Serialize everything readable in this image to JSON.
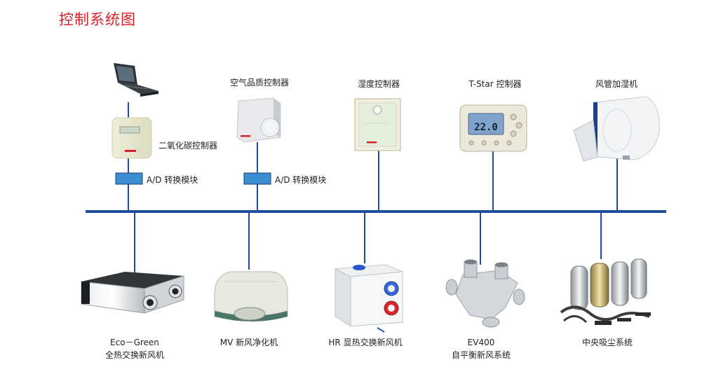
{
  "title": "控制系统图",
  "colors": {
    "title": "#d6202a",
    "bus": "#1f4e9e",
    "module": "#3b8fd1"
  },
  "top_devices": {
    "laptop": {
      "icon": "laptop-icon"
    },
    "co2": {
      "label": "二氧化碳控制器",
      "icon": "co2-controller-icon"
    },
    "air_quality": {
      "label": "空气品质控制器",
      "icon": "air-quality-controller-icon"
    },
    "humidity": {
      "label": "湿度控制器",
      "icon": "humidity-controller-icon"
    },
    "tstar": {
      "label": "T-Star 控制器",
      "icon": "thermostat-icon",
      "display": "22.0"
    },
    "humidifier": {
      "label": "风管加湿机",
      "icon": "duct-humidifier-icon"
    }
  },
  "modules": [
    {
      "label": "A/D 转换模块"
    },
    {
      "label": "A/D 转换模块"
    }
  ],
  "bottom_devices": [
    {
      "line1": "Eco－Green",
      "line2": "全热交换新风机",
      "icon": "eco-green-ventilator-icon"
    },
    {
      "line1": "MV 新风净化机",
      "line2": "",
      "icon": "mv-purifier-icon"
    },
    {
      "line1": "HR 显热交换新风机",
      "line2": "",
      "icon": "hr-ventilator-icon"
    },
    {
      "line1": "EV400",
      "line2": "自平衡新风系统",
      "icon": "ev400-icon"
    },
    {
      "line1": "中央吸尘系统",
      "line2": "",
      "icon": "central-vacuum-icon"
    }
  ]
}
